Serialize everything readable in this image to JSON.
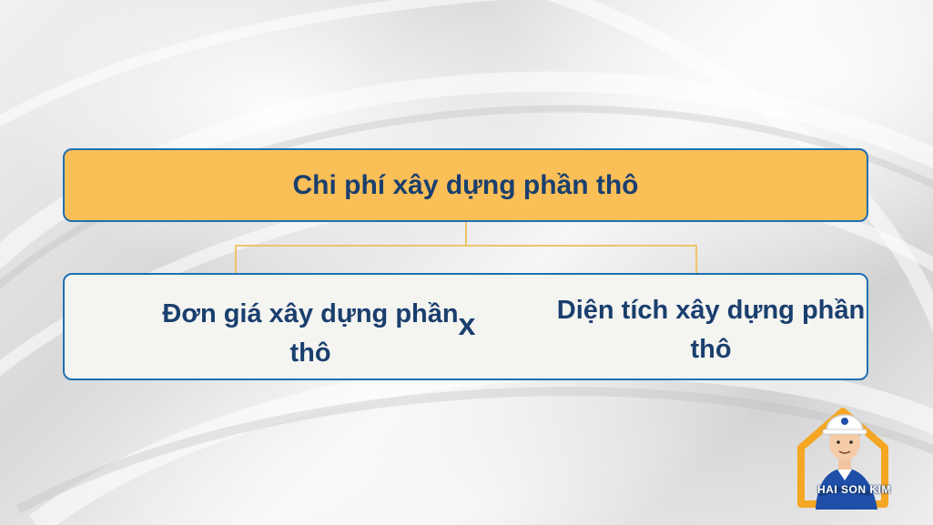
{
  "diagram": {
    "title": "Chi phí xây dựng phần thô",
    "left_term": "Đơn giá xây dựng phần thô",
    "operator": "x",
    "right_term": "Diện tích xây dựng phần thô"
  },
  "logo": {
    "text": "HAI SON KIM",
    "icon": "worker-mascot-icon"
  },
  "colors": {
    "accent": "#fbbf57",
    "border": "#1f6fb2",
    "text": "#1a3f6e"
  }
}
